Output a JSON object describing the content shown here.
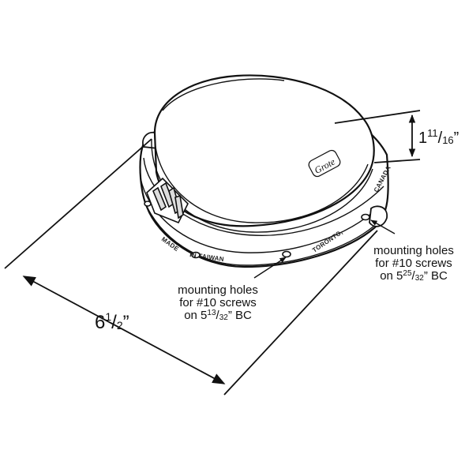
{
  "overall_width": {
    "whole": "6",
    "num": "1",
    "den": "2",
    "unit": "”"
  },
  "height": {
    "whole": "1",
    "num": "11",
    "den": "16",
    "unit": "”"
  },
  "note_outer": {
    "line1": "mounting holes",
    "line2": "for #10 screws",
    "prefix": "on 5",
    "num": "25",
    "den": "32",
    "suffix": "” BC"
  },
  "note_inner": {
    "line1": "mounting holes",
    "line2": "for #10 screws",
    "prefix": "on 5",
    "num": "13",
    "den": "32",
    "suffix": "” BC"
  },
  "emboss": {
    "made": "MADE",
    "in_taiwan": "IN TAIWAN",
    "toronto": "TORONTO,",
    "canada": "CANADA"
  },
  "logo": "Grote",
  "colors": {
    "line": "#111111",
    "lens": "#ffffff",
    "background": "#ffffff"
  }
}
